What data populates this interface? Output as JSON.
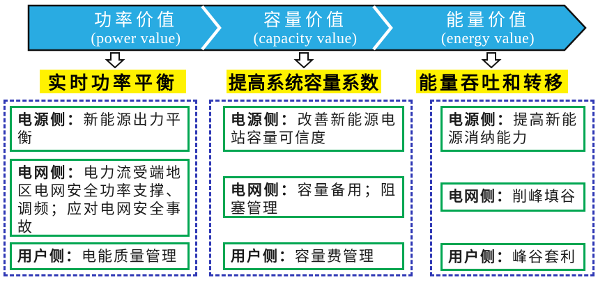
{
  "banner": {
    "segments": [
      {
        "zh": "功率价值",
        "en": "(power value)"
      },
      {
        "zh": "容量价值",
        "en": "(capacity value)"
      },
      {
        "zh": "能量价值",
        "en": "(energy value)"
      }
    ]
  },
  "headings": [
    "实时功率平衡",
    "提高系统容量系数",
    "能量吞吐和转移"
  ],
  "columns": [
    {
      "boxes": [
        {
          "label": "电源侧：",
          "text": "新能源出力平衡"
        },
        {
          "label": "电网侧：",
          "text": "电力流受端地区电网安全功率支撑、调频；应对电网安全事故"
        },
        {
          "label": "用户侧：",
          "text": "电能质量管理"
        }
      ]
    },
    {
      "boxes": [
        {
          "label": "电源侧：",
          "text": "改善新能源电站容量可信度"
        },
        {
          "label": "电网侧：",
          "text": "容量备用；阻塞管理"
        },
        {
          "label": "用户侧：",
          "text": "容量费管理"
        }
      ]
    },
    {
      "boxes": [
        {
          "label": "电源侧：",
          "text": "提高新能源消纳能力"
        },
        {
          "label": "电网侧：",
          "text": "削峰填谷"
        },
        {
          "label": "用户侧：",
          "text": "峰谷套利"
        }
      ]
    }
  ],
  "colors": {
    "banner_blue": "#29ABE2",
    "heading_yellow": "#FFF200",
    "dashed_blue": "#2F38B5",
    "green_border": "#00A651"
  }
}
